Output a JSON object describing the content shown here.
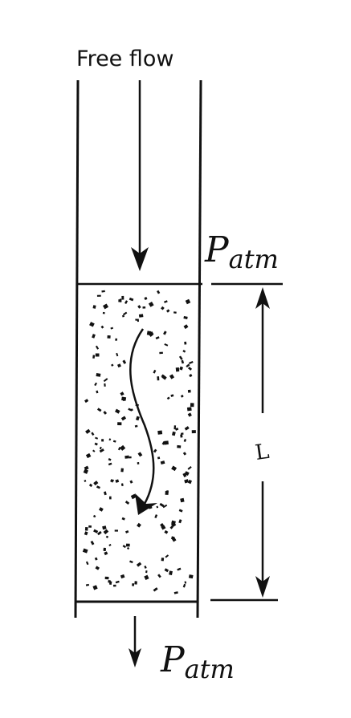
{
  "labels": {
    "top": "Free flow",
    "top_pressure_main": "P",
    "top_pressure_sub": "atm",
    "bottom_pressure_main": "P",
    "bottom_pressure_sub": "atm",
    "length": "L"
  },
  "colors": {
    "ink": "#111111",
    "background": "#ffffff"
  }
}
